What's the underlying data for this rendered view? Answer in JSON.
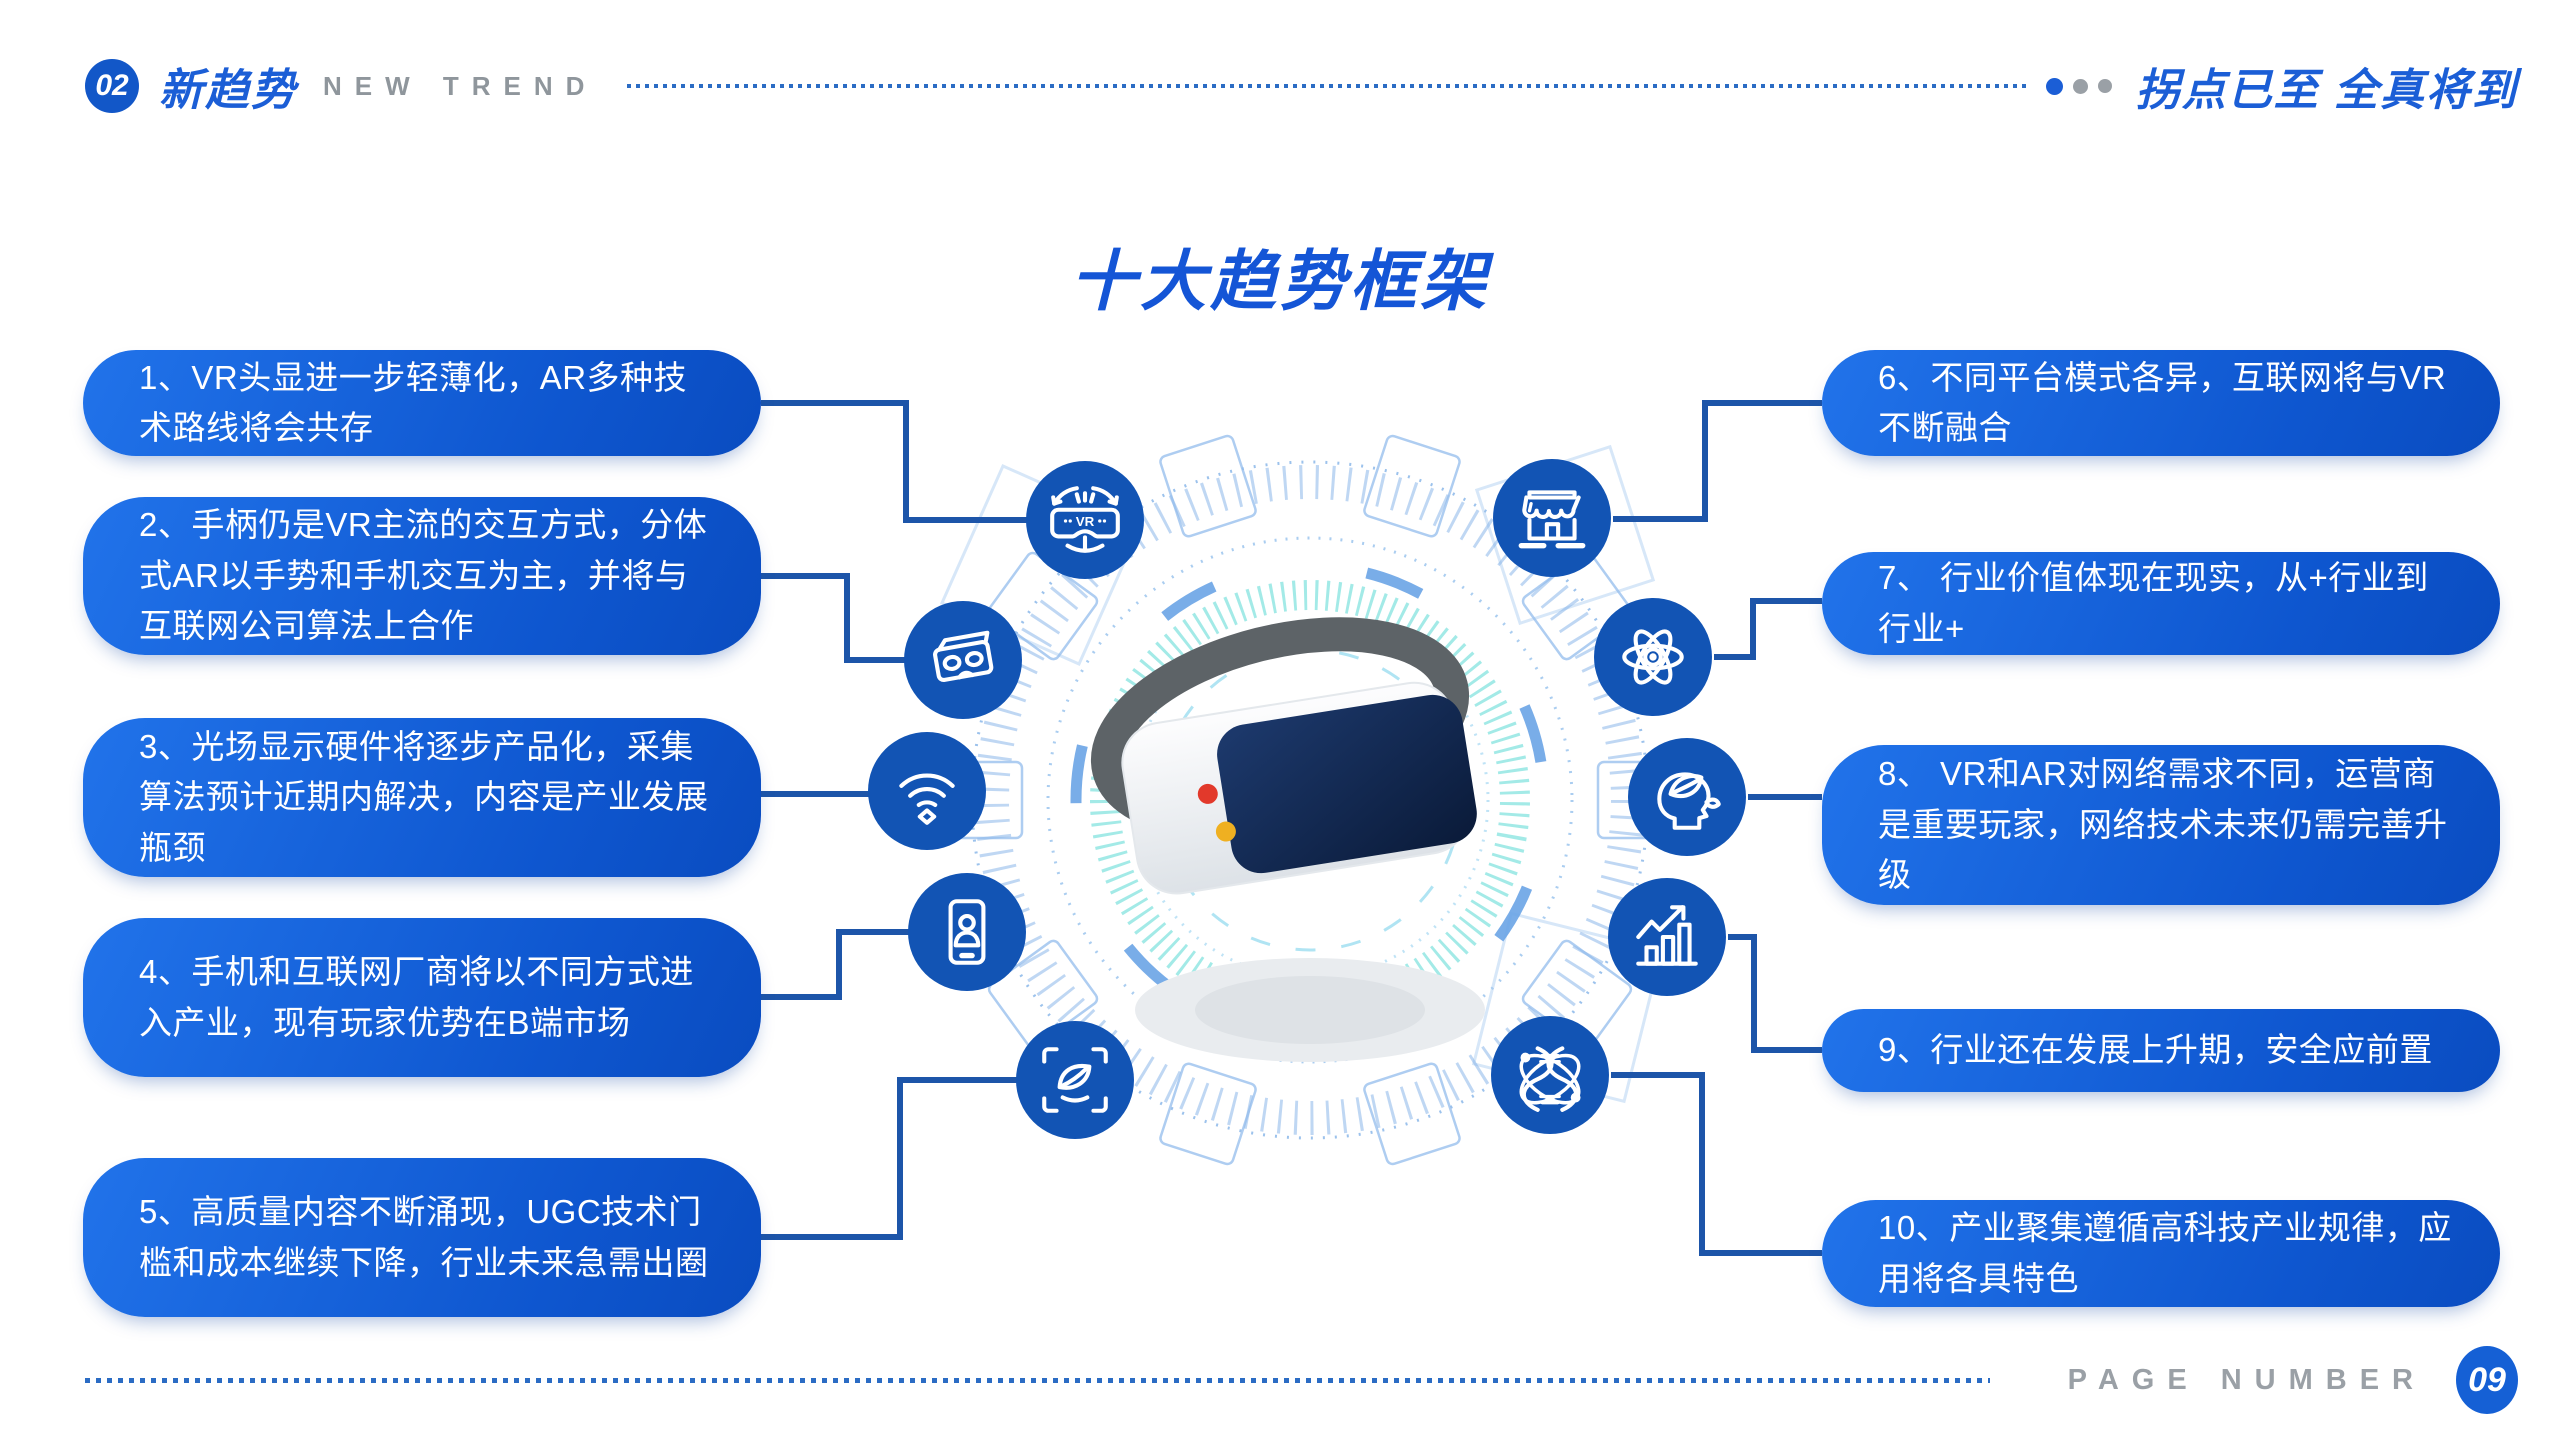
{
  "header": {
    "section_number": "02",
    "section_title": "新趋势",
    "section_subtitle": "NEW TREND",
    "slogan": "拐点已至 全真将到"
  },
  "title": "十大趋势框架",
  "trends": [
    {
      "id": 1,
      "icon": "vr-headset-icon",
      "text": "1、VR头显进一步轻薄化，AR多种技术路线将会共存"
    },
    {
      "id": 2,
      "icon": "cardboard-viewer-icon",
      "text": "2、手柄仍是VR主流的交互方式，分体式AR以手势和手机交互为主，并将与互联网公司算法上合作"
    },
    {
      "id": 3,
      "icon": "wifi-icon",
      "text": "3、光场显示硬件将逐步产品化，采集算法预计近期内解决，内容是产业发展瓶颈"
    },
    {
      "id": 4,
      "icon": "phone-user-icon",
      "text": "4、手机和互联网厂商将以不同方式进入产业，现有玩家优势在B端市场"
    },
    {
      "id": 5,
      "icon": "face-scan-icon",
      "text": "5、高质量内容不断涌现，UGC技术门槛和成本继续下降，行业未来急需出圈"
    },
    {
      "id": 6,
      "icon": "store-icon",
      "text": "6、不同平台模式各异，互联网将与VR不断融合"
    },
    {
      "id": 7,
      "icon": "atom-icon",
      "text": "7、 行业价值体现在现实，从+行业到行业+"
    },
    {
      "id": 8,
      "icon": "mind-leaf-icon",
      "text": "8、 VR和AR对网络需求不同，运营商是重要玩家，网络技术未来仍需完善升级"
    },
    {
      "id": 9,
      "icon": "growth-chart-icon",
      "text": "9、行业还在发展上升期，安全应前置"
    },
    {
      "id": 10,
      "icon": "dna-icon",
      "text": "10、产业聚集遵循高科技产业规律，应用将各具特色"
    }
  ],
  "center_illustration": {
    "vr_badge_label": "VR"
  },
  "footer": {
    "page_label": "PAGE NUMBER",
    "page_number": "09"
  },
  "colors": {
    "accent_blue": "#1b5ed6",
    "box_blue_gradient": [
      "#2173ea",
      "#0a4cc0"
    ],
    "icon_circle_blue": "#1254b4",
    "connector_blue": "#1d55a9",
    "ring_light_blue": "#7fb0e8",
    "teal": "#34d1c9",
    "gray_text": "#9aa0a6",
    "headset_strap_gray": "#5d6367",
    "visor_navy": "#132d5c"
  }
}
